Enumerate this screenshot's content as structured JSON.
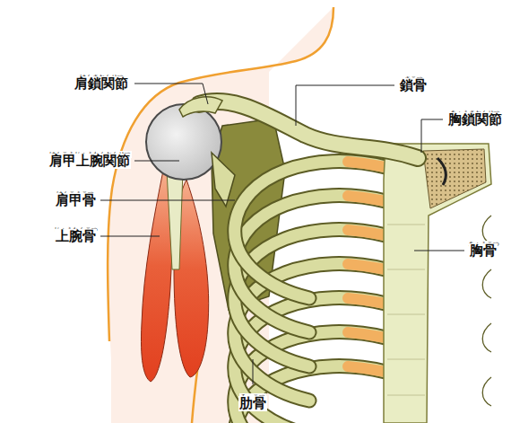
{
  "diagram": {
    "labels": [
      "けんさかんせつ",
      "肩鎖関節",
      "けんこうじょうわんかんせつ",
      "肩甲上腕関節",
      "けんこうこつ",
      "肩甲骨",
      "じょうわんこつ",
      "上腕骨",
      "さこつ",
      "鎖骨",
      "きょうさかんせつ",
      "胸鎖関節",
      "きょうこつ",
      "胸骨",
      "ろっこつ",
      "肋骨"
    ]
  }
}
